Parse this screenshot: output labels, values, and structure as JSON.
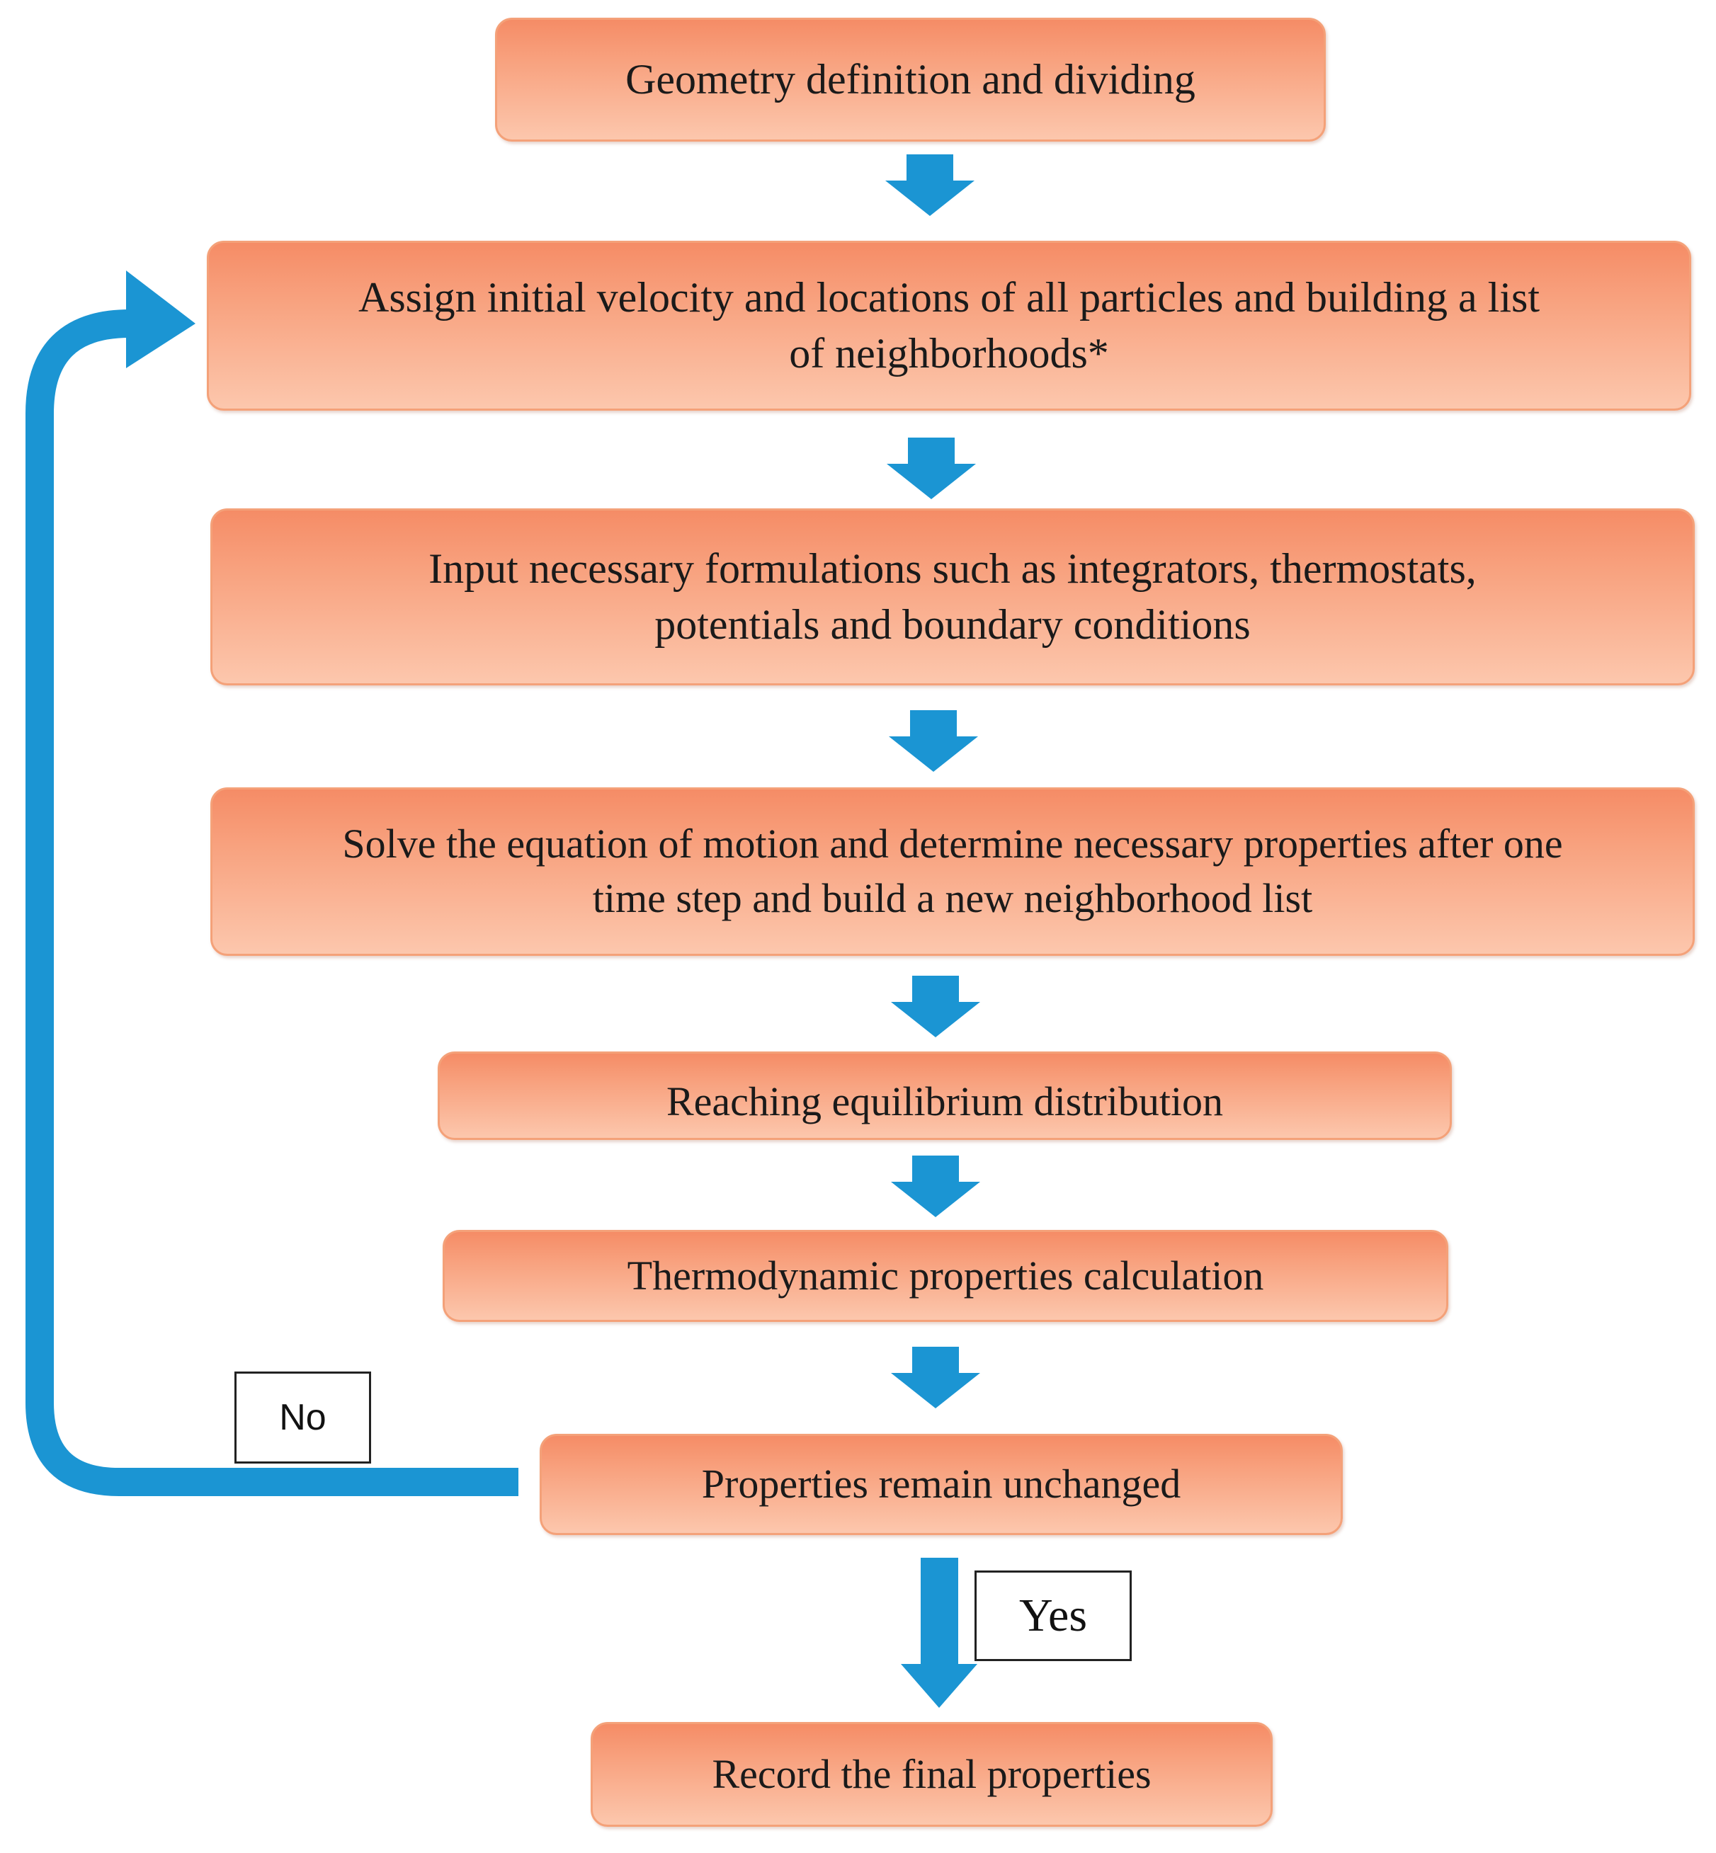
{
  "steps": {
    "geometry": "Geometry definition and dividing",
    "assign_line1": "Assign initial velocity and locations of all particles and building a list",
    "assign_line2": "of neighborhoods*",
    "input_line1": "Input necessary formulations such as integrators, thermostats,",
    "input_line2": "potentials and boundary conditions",
    "solve_line1": "Solve the equation of motion and determine necessary properties after one",
    "solve_line2": "time step and build a new neighborhood list",
    "equilibrium": "Reaching equilibrium distribution",
    "thermo": "Thermodynamic properties calculation",
    "unchanged": "Properties remain unchanged",
    "record": "Record the final properties"
  },
  "labels": {
    "no": "No",
    "yes": "Yes"
  },
  "colors": {
    "box_fill_top": "#f58c66",
    "box_fill_bottom": "#fcc7ad",
    "box_border": "#f4a179",
    "arrow": "#1b95d3"
  },
  "icons": {
    "step_arrow": "arrow-down-icon",
    "loop_arrow": "loop-back-arrow-icon"
  }
}
